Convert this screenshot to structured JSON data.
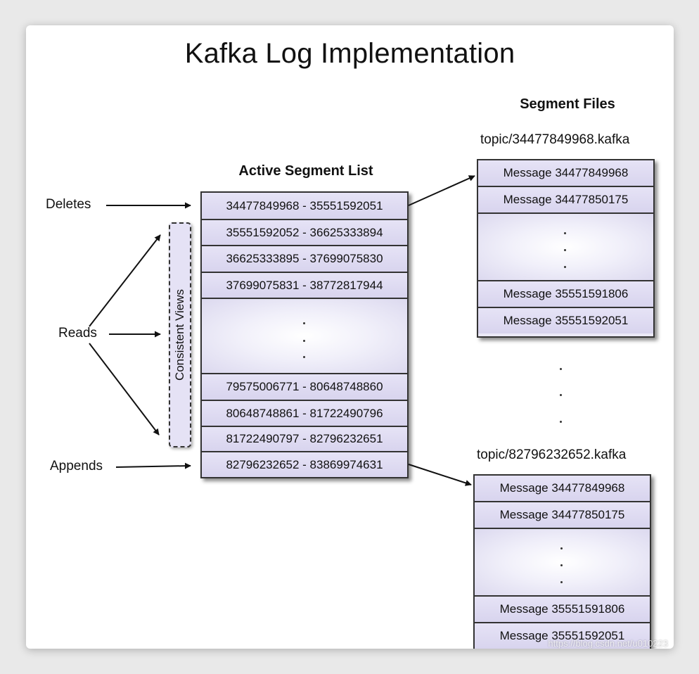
{
  "title": "Kafka Log Implementation",
  "active_segment_list": {
    "heading": "Active Segment List",
    "rows": [
      "34477849968 - 35551592051",
      "35551592052 - 36625333894",
      "36625333895 - 37699075830",
      "37699075831 - 38772817944",
      "",
      "79575006771 - 80648748860",
      "80648748861 - 81722490796",
      "81722490797 - 82796232651",
      "82796232652 - 83869974631"
    ]
  },
  "operations": {
    "deletes": "Deletes",
    "reads": "Reads",
    "appends": "Appends"
  },
  "consistent_views": "Consistent Views",
  "segment_files": {
    "heading": "Segment Files",
    "files": [
      {
        "name": "topic/34477849968.kafka",
        "messages": [
          "Message 34477849968",
          "Message 34477850175",
          "",
          "Message 35551591806",
          "Message 35551592051"
        ]
      },
      {
        "name": "topic/82796232652.kafka",
        "messages": [
          "Message 34477849968",
          "Message 34477850175",
          "",
          "Message 35551591806",
          "Message 35551592051"
        ]
      }
    ]
  },
  "watermark": "https://blog.csdn.net/u010223",
  "colors": {
    "box_fill": "#d9d6ef",
    "border": "#333333",
    "text": "#111111"
  }
}
